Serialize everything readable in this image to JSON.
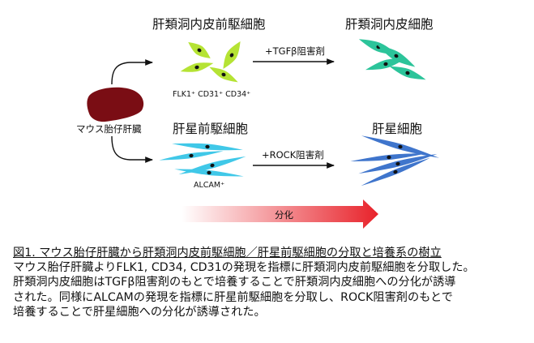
{
  "figure": {
    "liver_label": "マウス胎仔肝臓",
    "top": {
      "progenitor_label": "肝類洞内皮前駆細胞",
      "markers": "FLK1⁺ CD31⁺ CD34⁺",
      "treatment": "+TGFβ阻害剤",
      "result_label": "肝類洞内皮細胞",
      "progenitor_color": "#b5e334",
      "result_color": "#2cc49a"
    },
    "bottom": {
      "progenitor_label": "肝星前駆細胞",
      "marker": "ALCAM⁺",
      "treatment": "+ROCK阻害剤",
      "result_label": "肝星細胞",
      "progenitor_color": "#40c8e8",
      "result_color": "#3f75cc"
    },
    "differentiation_label": "分化",
    "liver_color": "#7a0d14",
    "arrow_gradient": [
      "#ffffff",
      "#e8222a"
    ]
  },
  "caption": {
    "title": "図1.  マウス胎仔肝臓から肝類洞内皮前駆細胞／肝星前駆細胞の分取と培養系の樹立",
    "lines": [
      "マウス胎仔肝臓よりFLK1, CD34, CD31の発現を指標に肝類洞内皮前駆細胞を分取した。",
      "肝類洞内皮細胞はTGFβ阻害剤のもとで培養することで肝類洞内皮細胞への分化が誘導",
      "された。同様にALCAMの発現を指標に肝星前駆細胞を分取し、ROCK阻害剤のもとで",
      "培養することで肝星細胞への分化が誘導された。"
    ]
  }
}
